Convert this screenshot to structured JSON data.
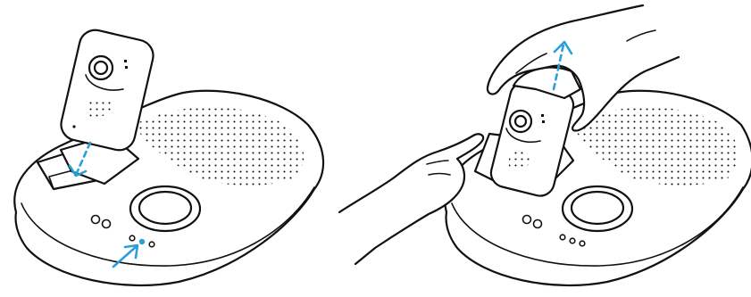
{
  "colors": {
    "line": "#111111",
    "accent": "#2A9FD8",
    "background": "#ffffff"
  },
  "panels": [
    {
      "name": "insert-camera-step",
      "arrows": [
        "down-into-dock",
        "press-button"
      ]
    },
    {
      "name": "remove-camera-step",
      "arrows": [
        "lift-out"
      ]
    }
  ]
}
